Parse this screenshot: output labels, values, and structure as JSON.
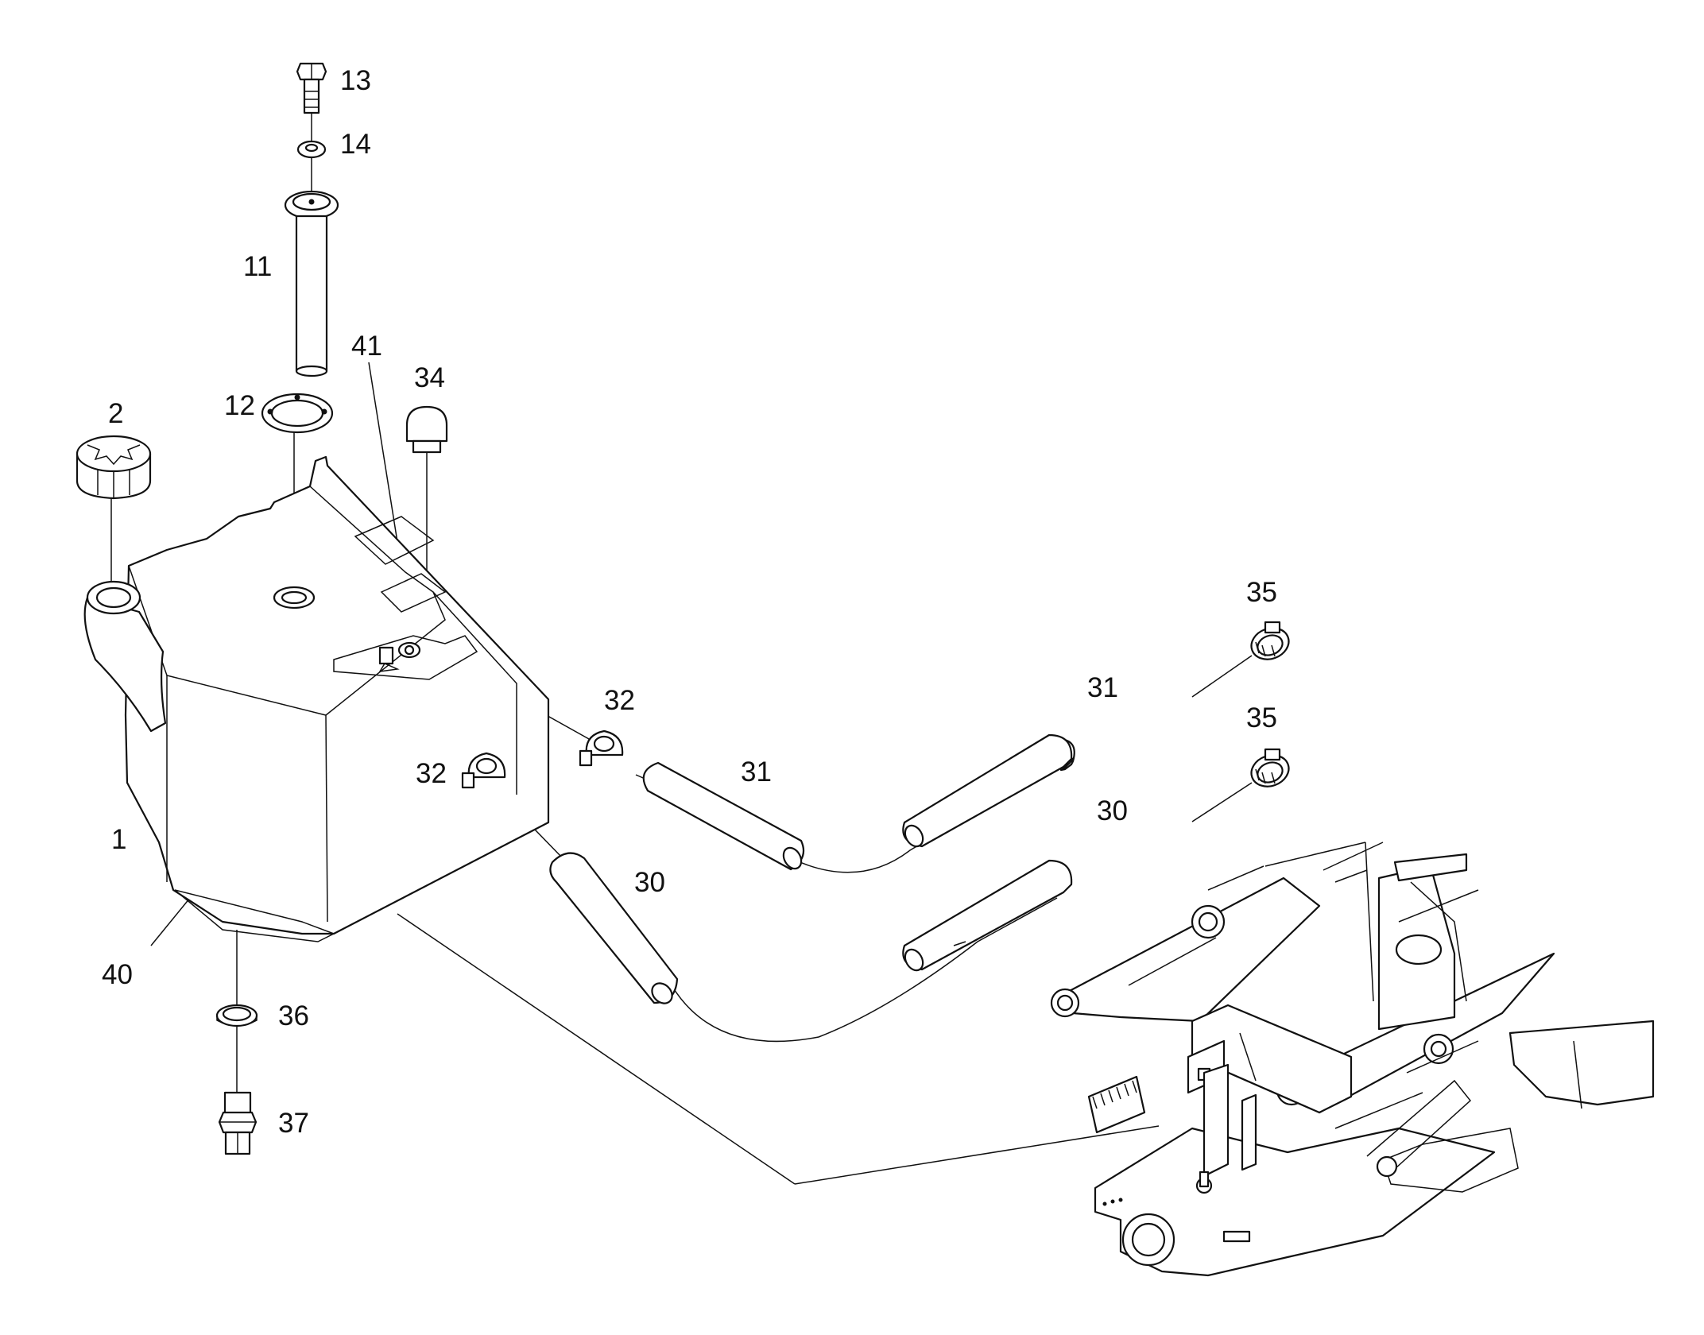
{
  "callouts": {
    "c13": "13",
    "c14": "14",
    "c11": "11",
    "c41": "41",
    "c34": "34",
    "c2": "2",
    "c12": "12",
    "c35a": "35",
    "c31a": "31",
    "c35b": "35",
    "c32a": "32",
    "c31b": "31",
    "c30a": "30",
    "c32b": "32",
    "c1": "1",
    "c30b": "30",
    "c40": "40",
    "c36": "36",
    "c37": "37"
  }
}
